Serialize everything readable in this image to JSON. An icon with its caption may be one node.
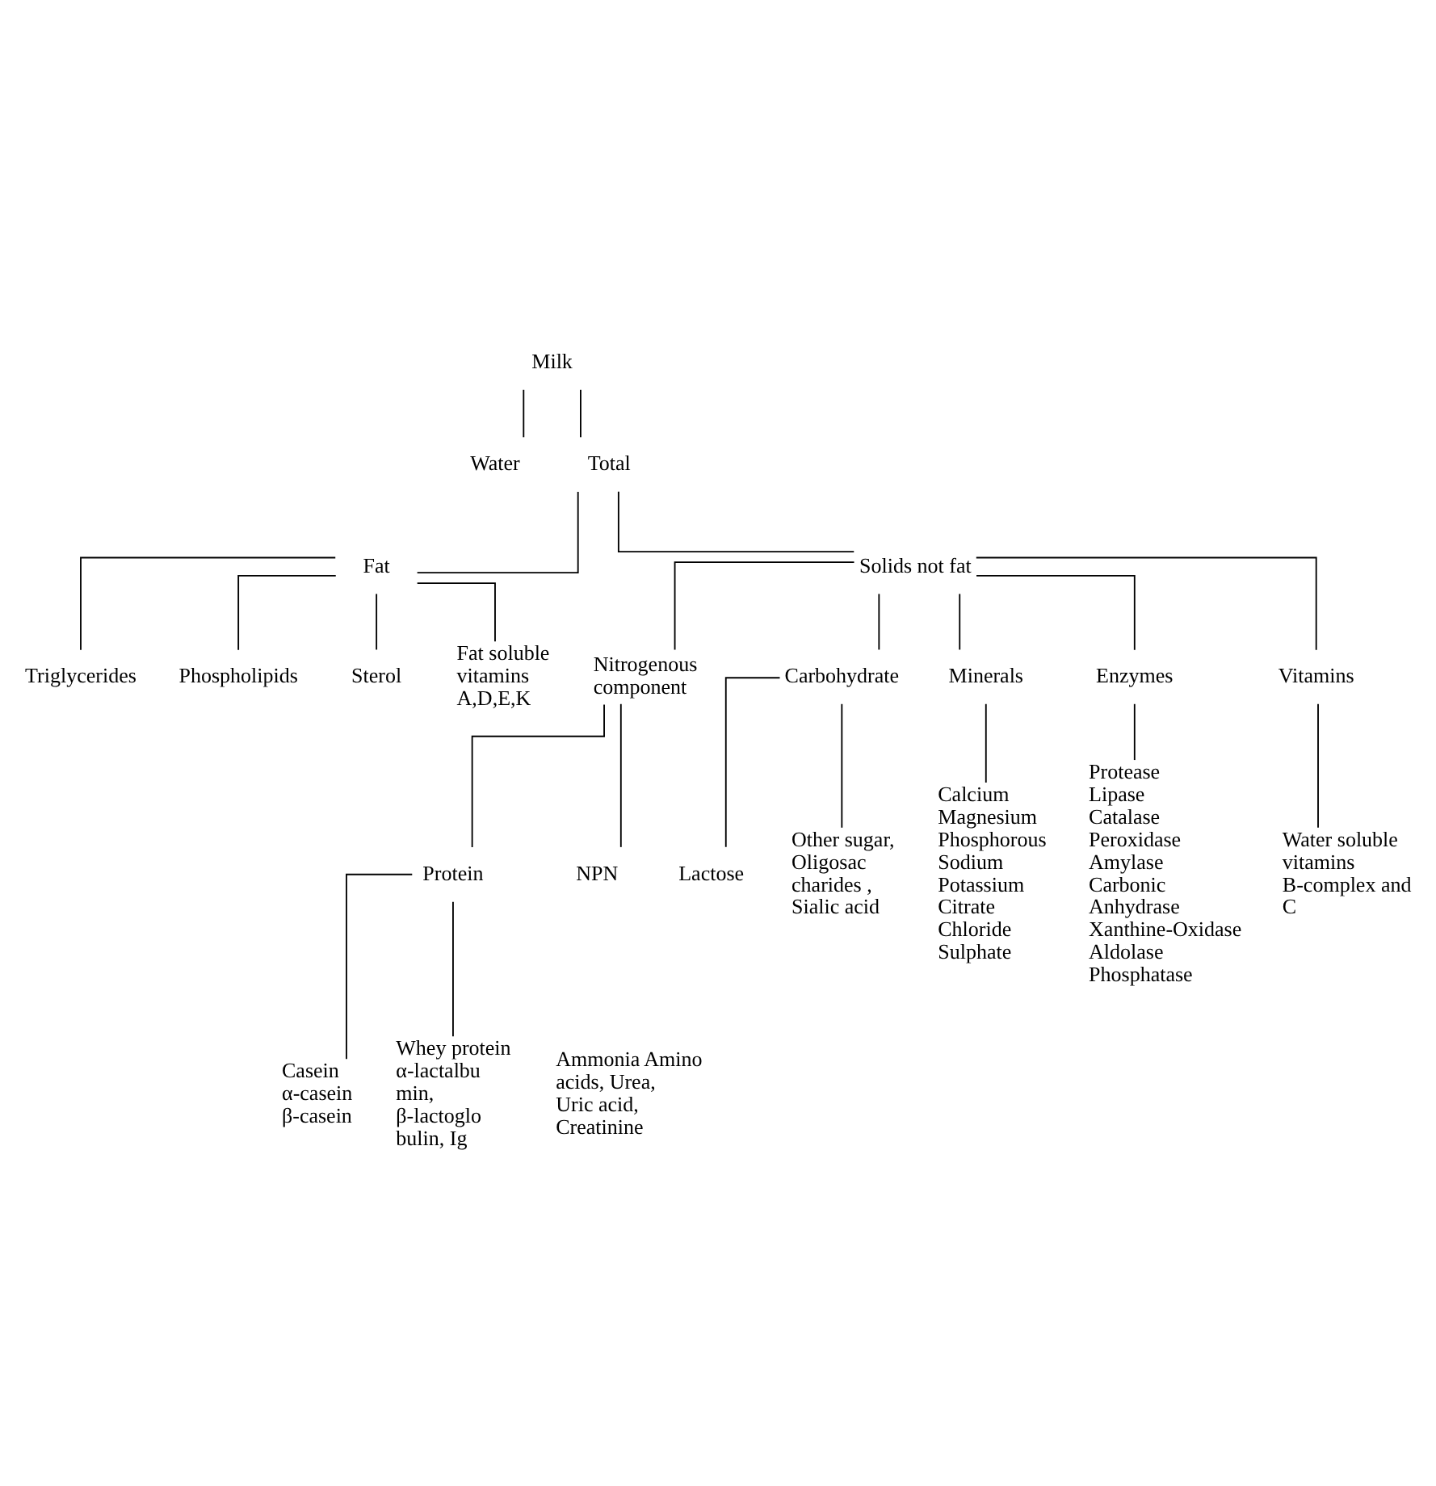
{
  "diagram": {
    "nodes": [
      {
        "text": [
          "Milk"
        ]
      },
      {
        "text": [
          "Water"
        ]
      },
      {
        "text": [
          "Total"
        ]
      },
      {
        "text": [
          "Fat"
        ]
      },
      {
        "text": [
          "Solids not fat"
        ]
      },
      {
        "text": [
          "Triglycerides"
        ]
      },
      {
        "text": [
          "Phospholipids"
        ]
      },
      {
        "text": [
          "Sterol"
        ]
      },
      {
        "text": [
          "Fat soluble vitamins A,D,E,K"
        ]
      },
      {
        "text": [
          "Nitrogenous component"
        ]
      },
      {
        "text": [
          "Carbohydrate"
        ]
      },
      {
        "text": [
          "Minerals"
        ]
      },
      {
        "text": [
          "Enzymes"
        ]
      },
      {
        "text": [
          "Vitamins"
        ]
      },
      {
        "text": [
          "Protein"
        ]
      },
      {
        "text": [
          "NPN"
        ]
      },
      {
        "text": [
          "Lactose"
        ]
      },
      {
        "text": [
          "Other sugar, Oligosac charides , Sialic acid"
        ]
      },
      {
        "text": [
          "Calcium Magnesium Phosphorous Sodium Potassium Citrate Chloride Sulphate"
        ]
      },
      {
        "text": [
          "Protease Lipase Catalase Peroxidase Amylase Carbonic Anhydrase Xanthine-Oxidase Aldolase Phosphatase"
        ]
      },
      {
        "text": [
          "Water soluble vitamins B-complex and C"
        ]
      },
      {
        "text": [
          "Casein α-casein β-casein"
        ]
      },
      {
        "text": [
          "Whey protein α-lactalbu min, β-lactoglo bulin, Ig"
        ]
      }
    ],
    "edges": [
      {
        "from": 0,
        "to": 1,
        "arrow": "none"
      },
      {
        "from": 0,
        "to": 2,
        "arrow": "none"
      },
      {
        "from": 2,
        "to": 3,
        "arrow": "none"
      },
      {
        "from": 2,
        "to": 4,
        "arrow": "none"
      },
      {
        "from": 3,
        "to": 5,
        "arrow": "none"
      },
      {
        "from": 3,
        "to": 6,
        "arrow": "none"
      },
      {
        "from": 3,
        "to": 7,
        "arrow": "none"
      },
      {
        "from": 3,
        "to": 8,
        "arrow": "none"
      },
      {
        "from": 4,
        "to": 9,
        "arrow": "none"
      },
      {
        "from": 4,
        "to": 10,
        "arrow": "none"
      },
      {
        "from": 4,
        "to": 11,
        "arrow": "none"
      },
      {
        "from": 4,
        "to": 12,
        "arrow": "none"
      },
      {
        "from": 4,
        "to": 13,
        "arrow": "none"
      },
      {
        "from": 9,
        "to": 14,
        "arrow": "none"
      },
      {
        "from": 9,
        "to": 15,
        "arrow": "none"
      },
      {
        "from": 10,
        "to": 16,
        "arrow": "none"
      },
      {
        "from": 10,
        "to": 17,
        "arrow": "none"
      },
      {
        "from": 11,
        "to": 18,
        "arrow": "none"
      },
      {
        "from": 12,
        "to": 19,
        "arrow": "none"
      },
      {
        "from": 13,
        "to": 20,
        "arrow": "none"
      },
      {
        "from": 14,
        "to": 21,
        "arrow": "none"
      },
      {
        "from": 14,
        "to": 22,
        "arrow": "none"
      }
    ],
    "labels": [
      "Ammonia Amino acids, Urea, Uric acid, Creatinine"
    ]
  }
}
